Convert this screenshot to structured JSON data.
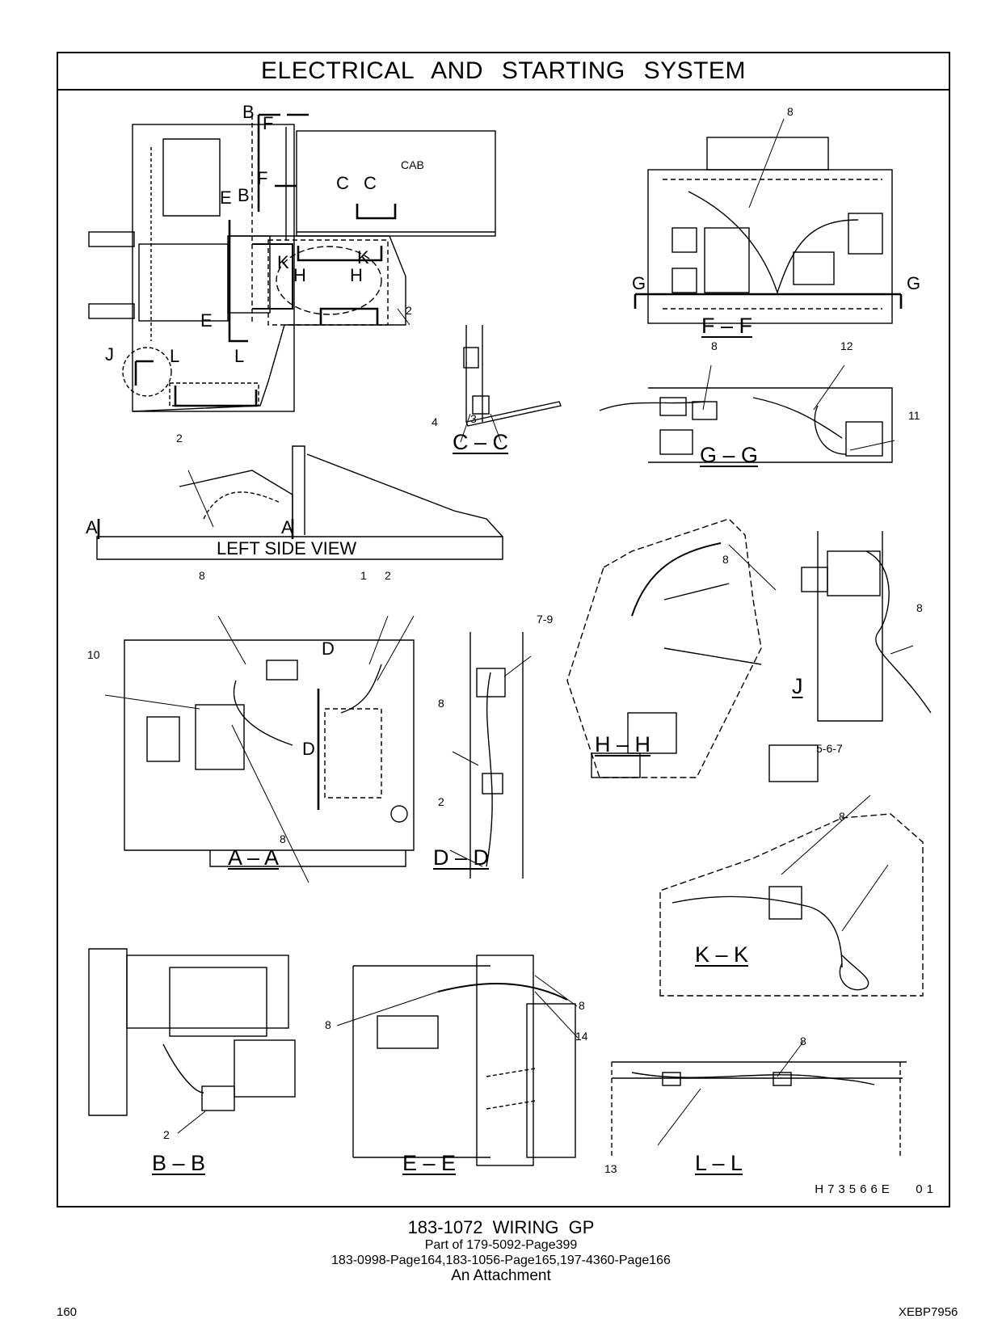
{
  "title": "ELECTRICAL AND STARTING SYSTEM",
  "views": {
    "ff": "F – F",
    "gg": "G – G",
    "cc": "C – C",
    "hh": "H – H",
    "jj": "J",
    "aa": "A – A",
    "dd": "D – D",
    "kk": "K – K",
    "bb": "B – B",
    "ee": "E – E",
    "ll": "L – L",
    "left_side": "LEFT SIDE VIEW"
  },
  "cab_label": "CAB",
  "section_letters": {
    "b": "B",
    "f": "F",
    "e": "E",
    "c": "C",
    "k": "K",
    "h": "H",
    "j": "J",
    "l": "L",
    "a": "A",
    "d": "D",
    "g": "G"
  },
  "callouts": {
    "n1": "1",
    "n2": "2",
    "n3": "3",
    "n4": "4",
    "n8": "8",
    "n10": "10",
    "n11": "11",
    "n12": "12",
    "n13": "13",
    "n14": "14",
    "n5_6_7": "5-6-7",
    "n7_9": "7-9"
  },
  "drawing_id": "H73566E   01",
  "footer": {
    "part_title": "183-1072  WIRING  GP",
    "line2": "Part of 179-5092-Page399",
    "line3": "183-0998-Page164,183-1056-Page165,197-4360-Page166",
    "line4": "An Attachment"
  },
  "page_number": "160",
  "doc_code": "XEBP7956"
}
